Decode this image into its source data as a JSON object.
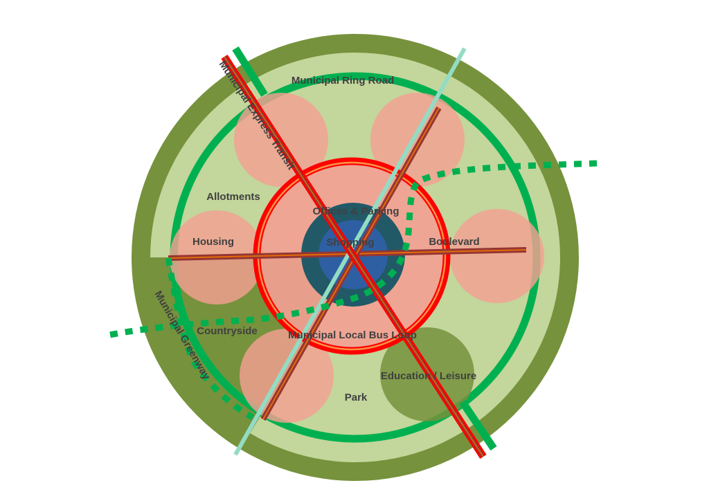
{
  "labels": {
    "ring_road": "Municipal Ring Road",
    "express_transit": "Municipal Express Transit",
    "allotments": "Allotments",
    "offices_parking": "Offices & Parking",
    "housing": "Housing",
    "shopping": "Shopping",
    "boulevard": "Boulevard",
    "countryside": "Countryside",
    "local_bus_loop": "Municipal Local Bus Loop",
    "greenway": "Municipal Greenway",
    "education_leisure": "Education / Leisure",
    "park": "Park"
  },
  "colors": {
    "outer_belt": "#76923c",
    "inner_land": "#c3d69b",
    "ring_road": "#00b050",
    "greenway": "#00b050",
    "district": "#f4a093",
    "bus_loop": "#ff0000",
    "bus_loop_inner": "#f79646",
    "core_outer": "#215967",
    "core_inner": "#2e5fa3",
    "spoke": "#943634",
    "spoke_center": "#e36c09",
    "express_rail": "#ff0000",
    "express_track": "#943634",
    "light_rail": "#93dcc4",
    "education_zone": "#76923c"
  },
  "icons": {
    "district": "circle",
    "core": "concentric-circles",
    "transit": "line"
  }
}
